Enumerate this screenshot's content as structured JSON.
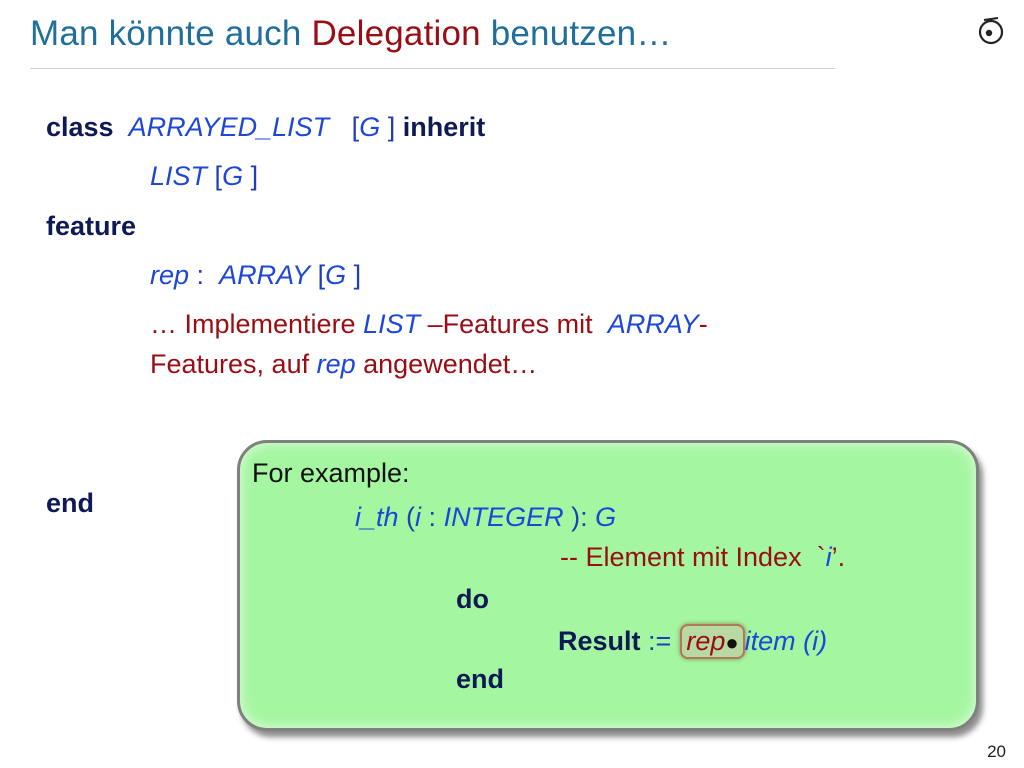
{
  "title": {
    "part1": "Man könnte auch ",
    "part2": "Delegation",
    "part3": " benutzen…"
  },
  "code": {
    "class_kw": "class",
    "class_name": "ARRAYED_LIST",
    "bracket_open": "[",
    "generic": "G",
    "bracket_close": "]",
    "inherit_kw": "inherit",
    "parent": "LIST",
    "feature_kw": "feature",
    "rep_name": "rep",
    "rep_colon": ":",
    "rep_type": "ARRAY",
    "comment_1a": "… Implementiere ",
    "comment_list": "LIST",
    "comment_1b": " –Features mit ",
    "comment_array": "ARRAY",
    "comment_1c": "-",
    "comment_2a": "Features, auf ",
    "comment_rep": "rep",
    "comment_2b": " angewendet…",
    "end_kw": "end"
  },
  "example": {
    "heading": "For example:",
    "sig_name": "i_th",
    "sig_paren_open": " (",
    "sig_arg": "i",
    "sig_colon": " : ",
    "sig_type": "INTEGER",
    "sig_paren_close": " ): ",
    "sig_return": "G",
    "comment_a": "-- Element mit Index ",
    "comment_q": "`",
    "comment_i": "i",
    "comment_end": "’.",
    "do_kw": "do",
    "result_kw": "Result",
    "assign": " := ",
    "rep": "rep",
    "call": "item",
    "call_args": " (i)",
    "end_kw": "end"
  },
  "page_number": "20"
}
